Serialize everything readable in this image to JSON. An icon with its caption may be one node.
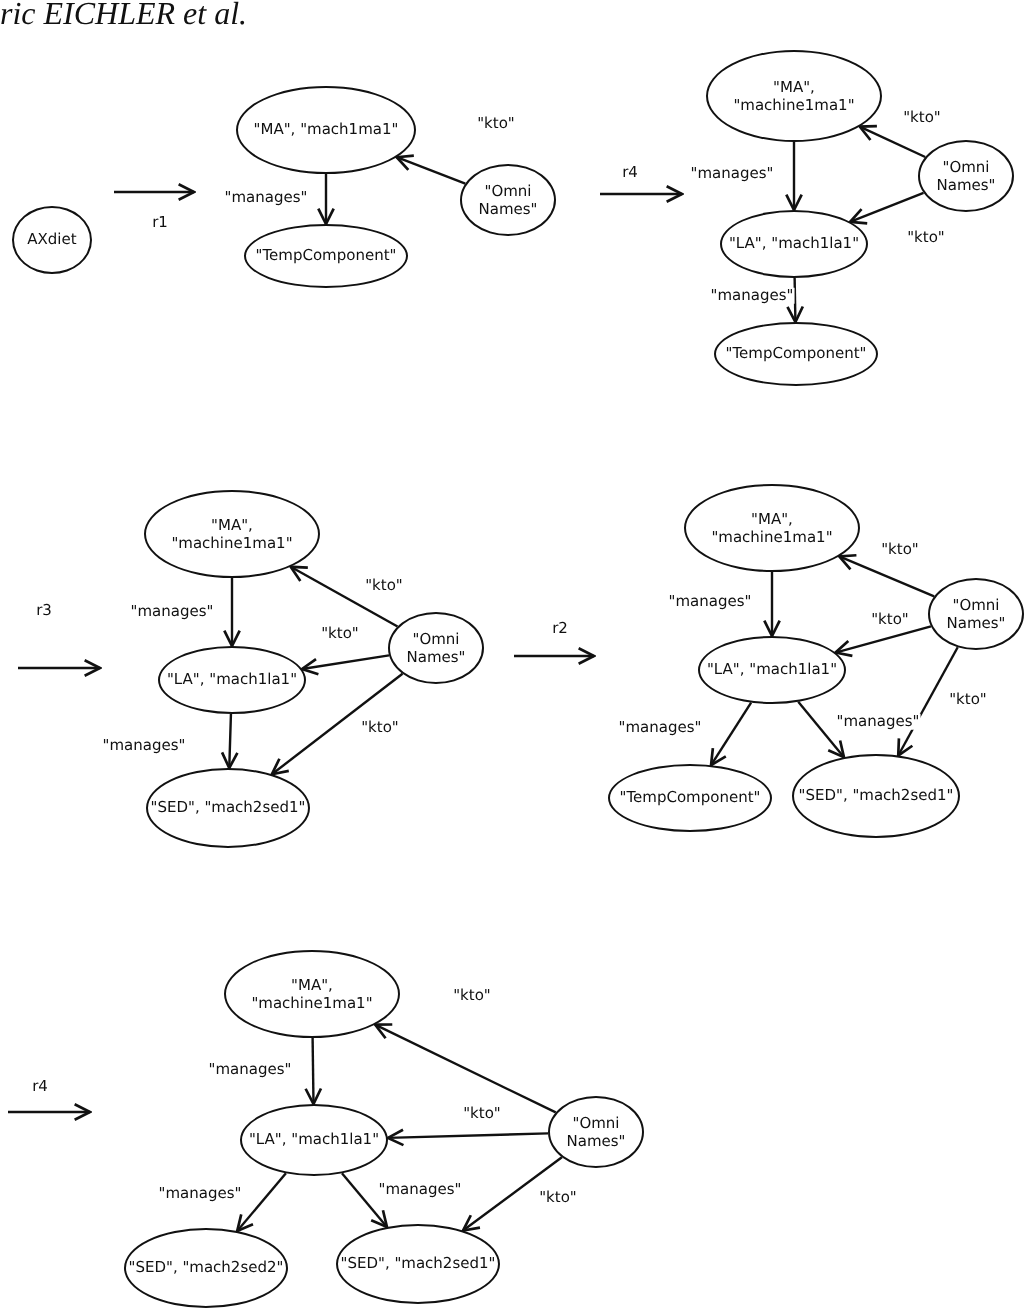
{
  "diagram": {
    "nodes": [
      {
        "text": [
          "AXdiet"
        ]
      },
      {
        "text": [
          "\"MA\", \"mach1ma1\""
        ]
      },
      {
        "text": [
          "\"Omni Names\""
        ]
      },
      {
        "text": [
          "\"TempComponent\""
        ]
      },
      {
        "text": [
          "\"MA\", \"machine1ma1\""
        ]
      },
      {
        "text": [
          "\"Omni Names\""
        ]
      },
      {
        "text": [
          "\"LA\", \"mach1la1\""
        ]
      },
      {
        "text": [
          "\"TempComponent\""
        ]
      },
      {
        "text": [
          "\"MA\", \"machine1ma1\""
        ]
      },
      {
        "text": [
          "\"Omni Names\""
        ]
      },
      {
        "text": [
          "\"LA\", \"mach1la1\""
        ]
      },
      {
        "text": [
          "\"SED\", \"mach2sed1\""
        ]
      },
      {
        "text": [
          "\"MA\", \"machine1ma1\""
        ]
      },
      {
        "text": [
          "\"Omni Names\""
        ]
      },
      {
        "text": [
          "\"LA\", \"mach1la1\""
        ]
      },
      {
        "text": [
          "\"TempComponent\""
        ]
      },
      {
        "text": [
          "\"SED\", \"mach2sed1\""
        ]
      },
      {
        "text": [
          "\"MA\", \"machine1ma1\""
        ]
      },
      {
        "text": [
          "\"Omni Names\""
        ]
      },
      {
        "text": [
          "\"LA\", \"mach1la1\""
        ]
      },
      {
        "text": [
          "\"SED\", \"mach2sed2\""
        ]
      },
      {
        "text": [
          "\"SED\", \"mach2sed1\""
        ]
      }
    ],
    "edges": [
      {
        "from": 1,
        "to": 3,
        "arrow": "to",
        "label": "\"manages\""
      },
      {
        "from": 2,
        "to": 1,
        "arrow": "to",
        "label": "\"kto\""
      },
      {
        "from": 4,
        "to": 6,
        "arrow": "to",
        "label": "\"manages\""
      },
      {
        "from": 5,
        "to": 4,
        "arrow": "to",
        "label": "\"kto\""
      },
      {
        "from": 5,
        "to": 6,
        "arrow": "to",
        "label": "\"kto\""
      },
      {
        "from": 6,
        "to": 7,
        "arrow": "to",
        "label": "\"manages\""
      },
      {
        "from": 8,
        "to": 10,
        "arrow": "to",
        "label": "\"manages\""
      },
      {
        "from": 9,
        "to": 8,
        "arrow": "to",
        "label": "\"kto\""
      },
      {
        "from": 9,
        "to": 10,
        "arrow": "to",
        "label": "\"kto\""
      },
      {
        "from": 10,
        "to": 11,
        "arrow": "to",
        "label": "\"manages\""
      },
      {
        "from": 9,
        "to": 11,
        "arrow": "to",
        "label": "\"kto\""
      },
      {
        "from": 12,
        "to": 14,
        "arrow": "to",
        "label": "\"manages\""
      },
      {
        "from": 13,
        "to": 12,
        "arrow": "to",
        "label": "\"kto\""
      },
      {
        "from": 13,
        "to": 14,
        "arrow": "to",
        "label": "\"kto\""
      },
      {
        "from": 14,
        "to": 15,
        "arrow": "to",
        "label": "\"manages\""
      },
      {
        "from": 14,
        "to": 16,
        "arrow": "to",
        "label": "\"manages\""
      },
      {
        "from": 13,
        "to": 16,
        "arrow": "to",
        "label": "\"kto\""
      },
      {
        "from": 17,
        "to": 19,
        "arrow": "to",
        "label": "\"manages\""
      },
      {
        "from": 18,
        "to": 17,
        "arrow": "to",
        "label": "\"kto\""
      },
      {
        "from": 18,
        "to": 19,
        "arrow": "to",
        "label": "\"kto\""
      },
      {
        "from": 19,
        "to": 20,
        "arrow": "to",
        "label": "\"manages\""
      },
      {
        "from": 19,
        "to": 21,
        "arrow": "to",
        "label": "\"manages\""
      },
      {
        "from": 18,
        "to": 21,
        "arrow": "to",
        "label": "\"kto\""
      }
    ],
    "labels": [
      "ric EICHLER et al.",
      "r1",
      "r4",
      "r3",
      "r2",
      "r4"
    ]
  }
}
